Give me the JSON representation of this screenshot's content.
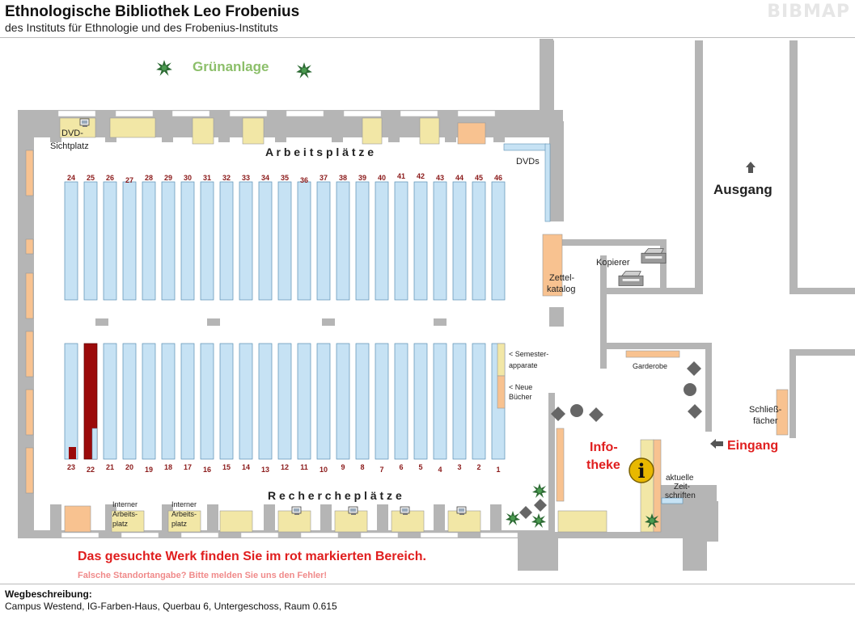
{
  "header": {
    "title": "Ethnologische Bibliothek Leo Frobenius",
    "subtitle": "des Instituts für Ethnologie und des Frobenius-Instituts",
    "brand": "BIBMAP"
  },
  "map": {
    "green_area": "Grünanlage",
    "workplaces_title": "A r b e i t s p l ä t z e",
    "research_title": "R e c h e r c h e p l ä t z e",
    "dvd_place": [
      "DVD-",
      "Sichtplatz"
    ],
    "dvds": "DVDs",
    "top_shelf_numbers": [
      "24",
      "25",
      "26",
      "27",
      "28",
      "29",
      "30",
      "31",
      "32",
      "33",
      "34",
      "35",
      "36",
      "37",
      "38",
      "39",
      "40",
      "41",
      "42",
      "43",
      "44",
      "45",
      "46"
    ],
    "bottom_shelf_numbers": [
      "23",
      "22",
      "21",
      "20",
      "19",
      "18",
      "17",
      "16",
      "15",
      "14",
      "13",
      "12",
      "11",
      "10",
      "9",
      "8",
      "7",
      "6",
      "5",
      "4",
      "3",
      "2",
      "1"
    ],
    "highlighted_shelf": "22",
    "card_catalog": [
      "Zettel-",
      "katalog"
    ],
    "copier": "Kopierer",
    "semester_shelf": [
      "< Semester-",
      "apparate"
    ],
    "new_books": [
      "< Neue",
      "Bücher"
    ],
    "wardrobe": "Garderobe",
    "info_desk": [
      "Info-",
      "theke"
    ],
    "info_symbol": "i",
    "periodicals": [
      "aktuelle",
      "Zeit-",
      "schriften"
    ],
    "lockers": [
      "Schließ-",
      "fächer"
    ],
    "exit": "Ausgang",
    "entrance": "Eingang",
    "internal_workplace": [
      "Interner",
      "Arbeits-",
      "platz"
    ],
    "found_message": "Das gesuchte Werk finden Sie im rot markierten Bereich.",
    "error_message": "Falsche Standortangabe? Bitte melden Sie uns den Fehler!",
    "colors": {
      "shelf": "#c6e2f4",
      "highlight": "#9b0a0a",
      "wall": "#b5b5b5",
      "table": "#f2e7a6",
      "furniture": "#f8c290",
      "red_text": "#e01e1e",
      "green": "#8cbf6a",
      "dark_red_number": "#8b1a1a"
    }
  },
  "directions": {
    "title": "Wegbeschreibung:",
    "text": "Campus Westend, IG-Farben-Haus, Querbau 6, Untergeschoss, Raum 0.615"
  }
}
